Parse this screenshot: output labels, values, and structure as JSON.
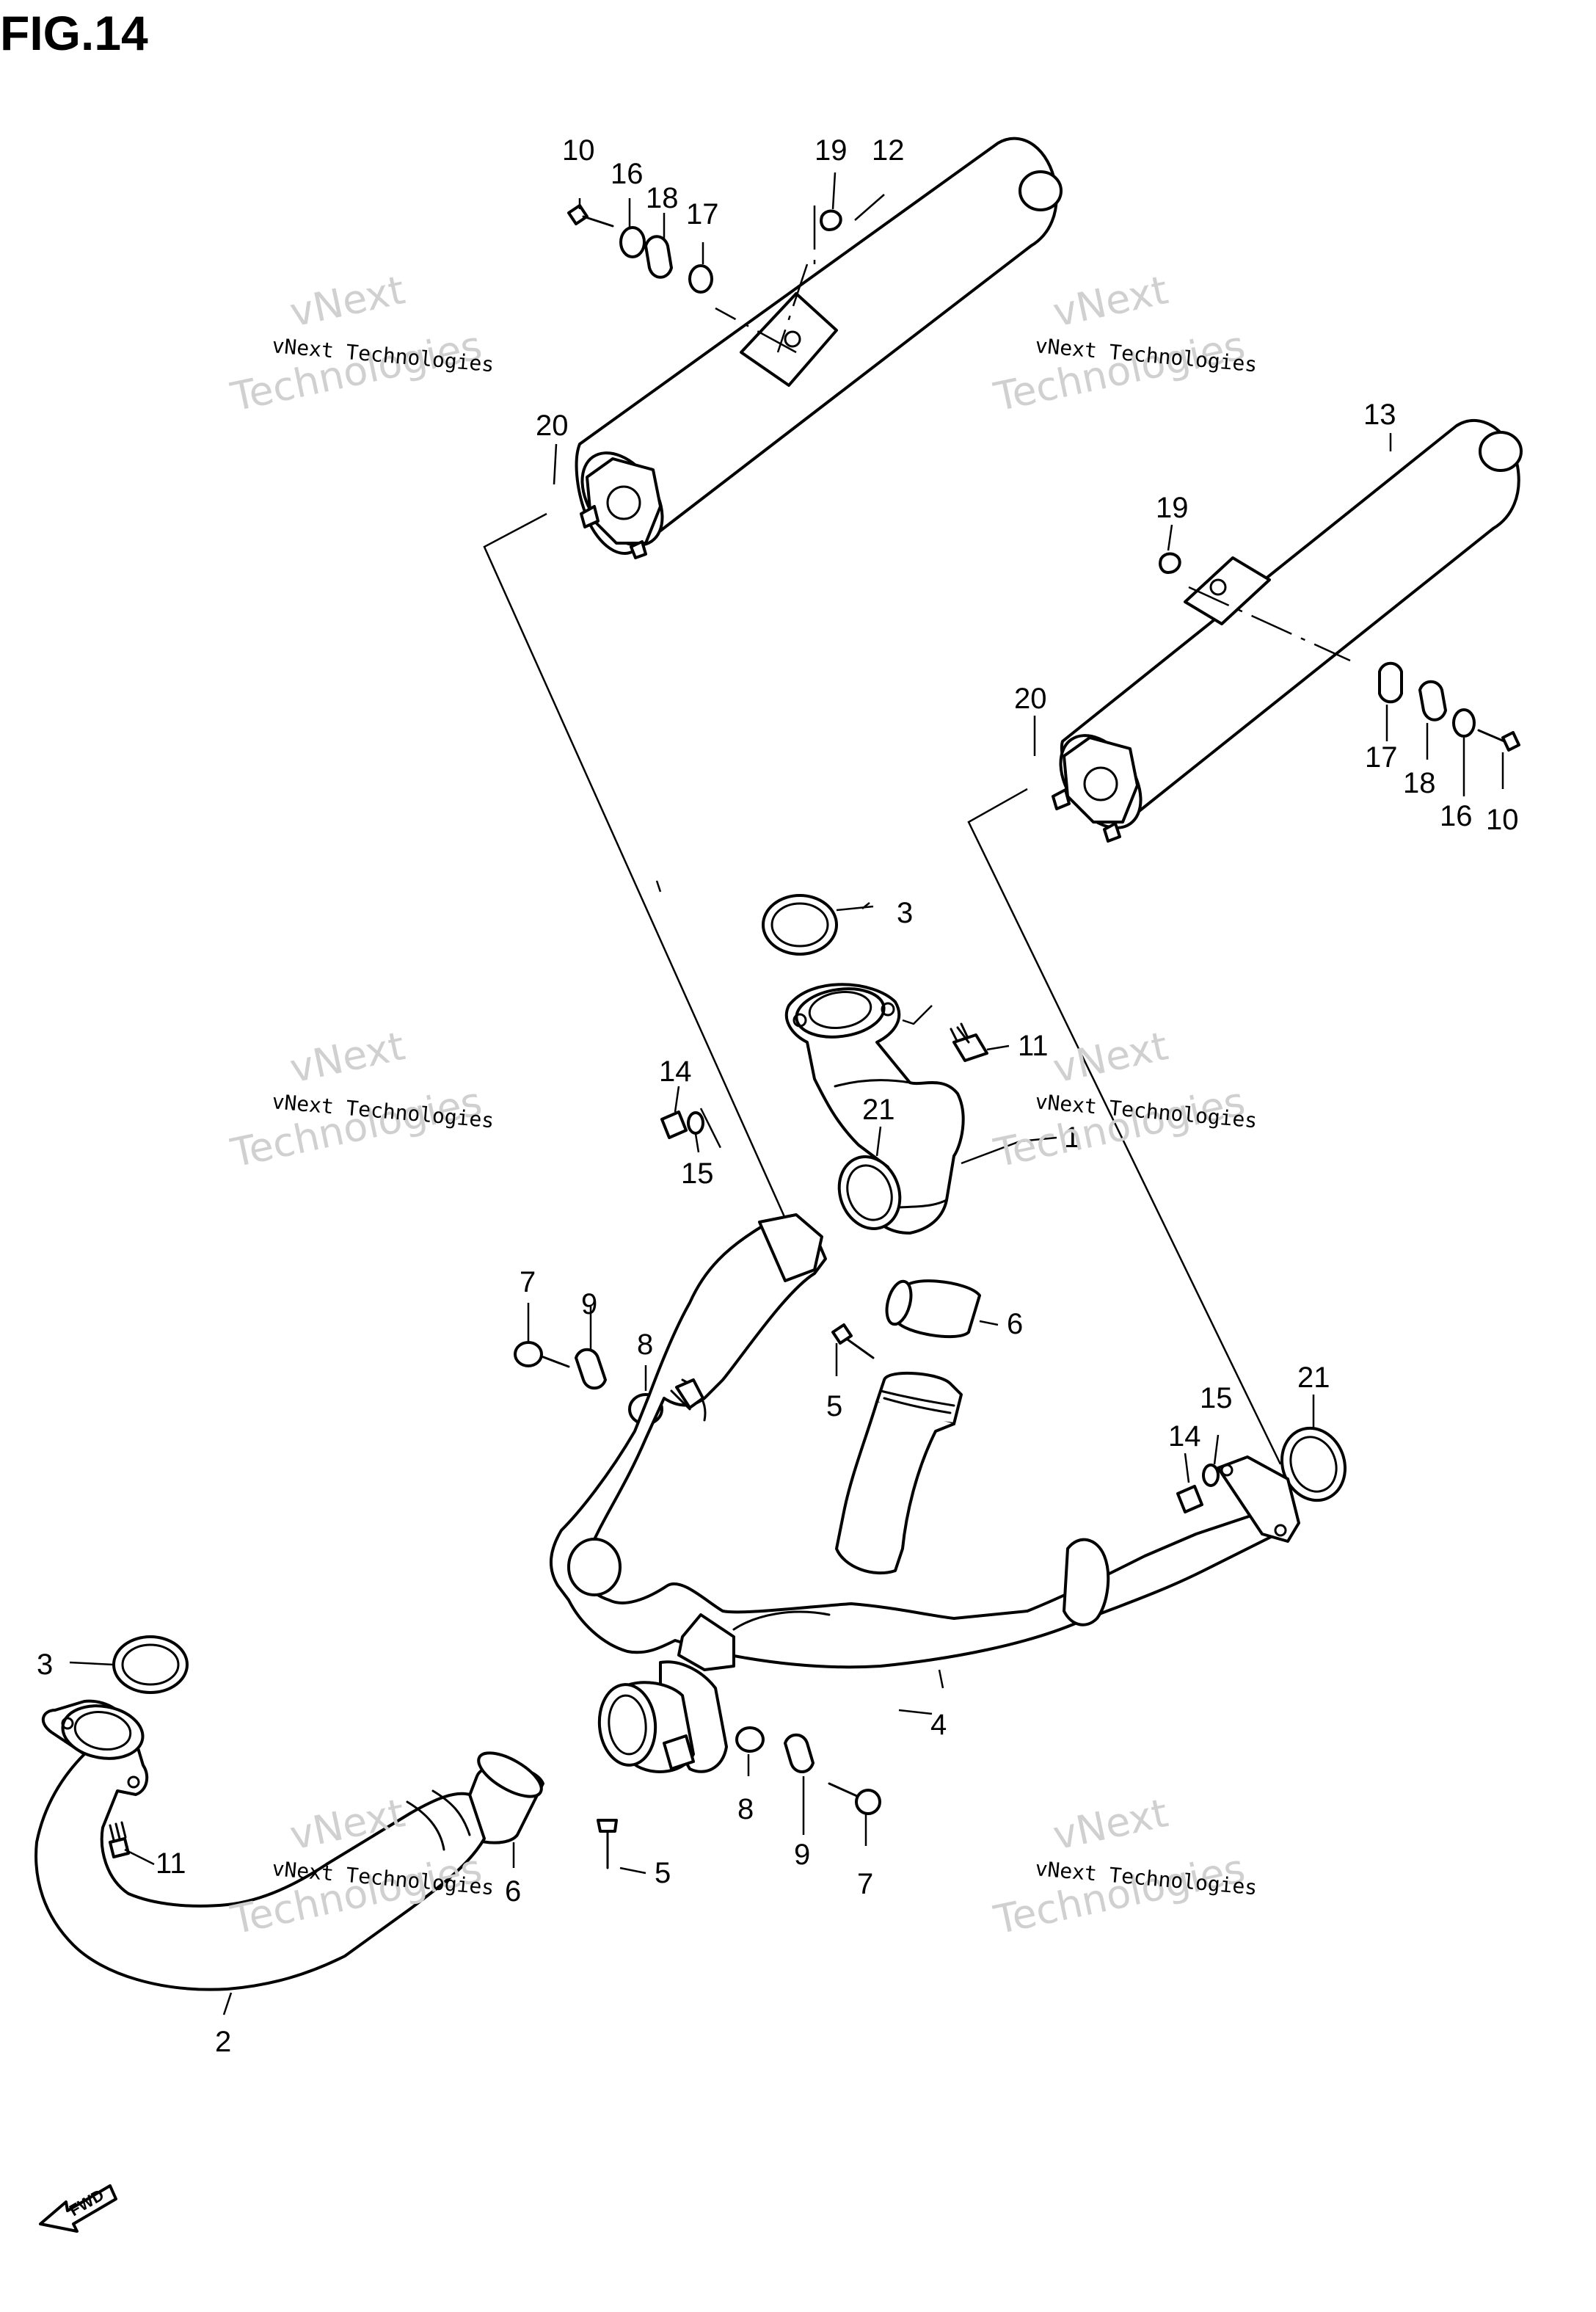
{
  "figure": {
    "title": "FIG.14",
    "fwd_label": "FWD"
  },
  "watermark": {
    "line_small": "vNext Technologies",
    "line_large_1": "vNext",
    "line_large_2": "Technologies"
  },
  "callouts": {
    "c1": "1",
    "c2": "2",
    "c3a": "3",
    "c3b": "3",
    "c4": "4",
    "c5a": "5",
    "c5b": "5",
    "c6a": "6",
    "c6b": "6",
    "c7a": "7",
    "c7b": "7",
    "c8a": "8",
    "c8b": "8",
    "c9a": "9",
    "c9b": "9",
    "c10a": "10",
    "c10b": "10",
    "c11a": "11",
    "c11b": "11",
    "c12": "12",
    "c13": "13",
    "c14a": "14",
    "c14b": "14",
    "c15a": "15",
    "c15b": "15",
    "c16a": "16",
    "c16b": "16",
    "c17a": "17",
    "c17b": "17",
    "c18a": "18",
    "c18b": "18",
    "c19a": "19",
    "c19b": "19",
    "c20a": "20",
    "c20b": "20",
    "c21a": "21",
    "c21b": "21"
  }
}
